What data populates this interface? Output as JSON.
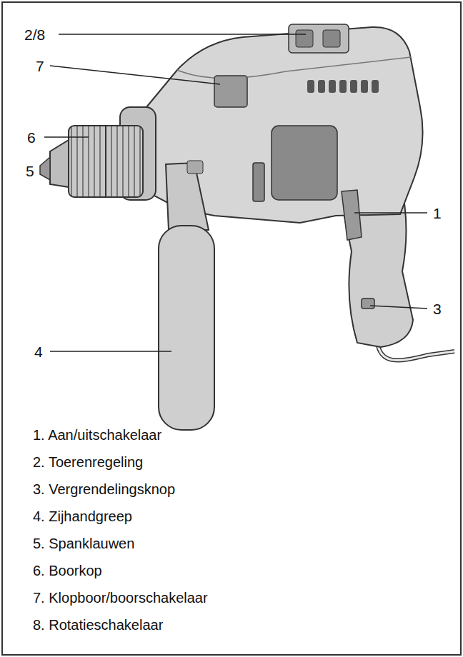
{
  "diagram": {
    "labels": [
      "2/8",
      "7",
      "6",
      "5",
      "1",
      "3",
      "4",
      "1. Aan/uitschakelaar",
      "2. Toerenregeling",
      "3. Vergrendelingsknop",
      "4. Zijhandgreep",
      "5. Spanklauwen",
      "6. Boorkop",
      "7. Klopboor/boorschakelaar",
      "8. Rotatieschakelaar"
    ]
  }
}
